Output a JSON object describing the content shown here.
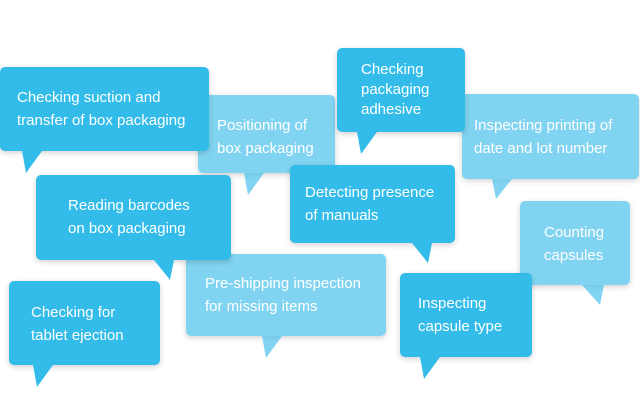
{
  "colors": {
    "solid": "#33bcea",
    "light": "#50c3eb",
    "text": "#ffffff"
  },
  "bubbles": [
    {
      "text": "Checking suction and\ntransfer of box packaging"
    },
    {
      "text": "Positioning of\nbox packaging"
    },
    {
      "text": "Checking\npackaging\nadhesive"
    },
    {
      "text": "Inspecting printing of\ndate and lot number"
    },
    {
      "text": "Reading barcodes\non box packaging"
    },
    {
      "text": "Detecting presence\nof manuals"
    },
    {
      "text": "Counting\ncapsules"
    },
    {
      "text": "Checking for\ntablet ejection"
    },
    {
      "text": "Pre-shipping inspection\nfor missing items"
    },
    {
      "text": "Inspecting\ncapsule type"
    }
  ]
}
